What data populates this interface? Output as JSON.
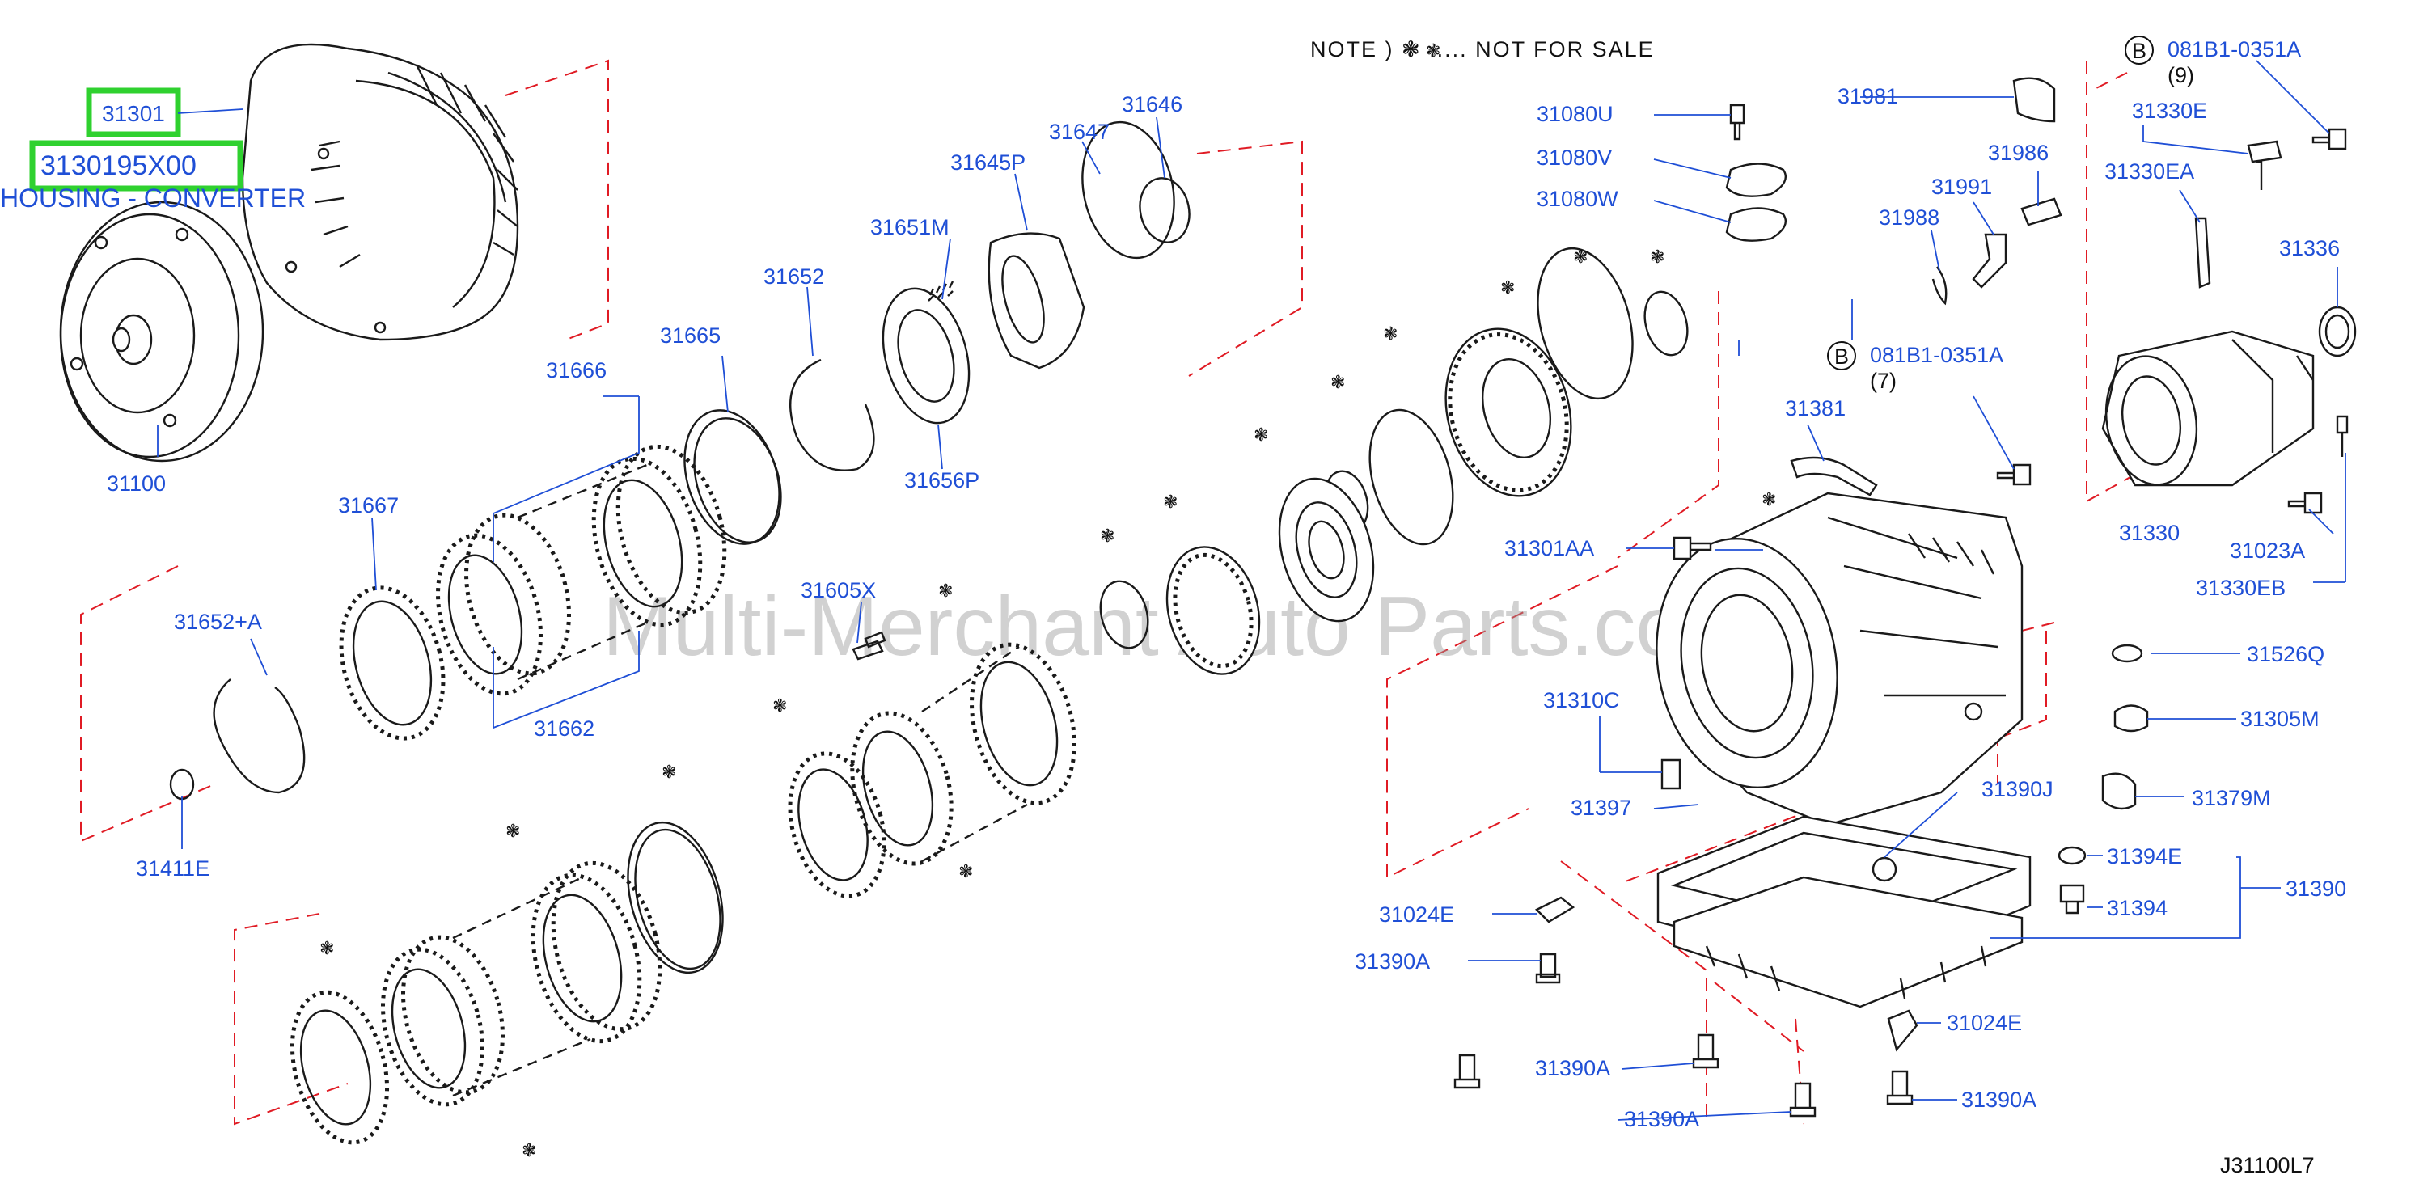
{
  "note": "NOTE  )  ❃ ..... NOT  FOR  SALE",
  "diagram_id": "J31100L7",
  "watermark": "Multi-Merchant Auto Parts.com",
  "highlight": {
    "part_number": "31301",
    "oem_number": "3130195X00",
    "description": "HOUSING - CONVERTER"
  },
  "bolt_callouts": [
    {
      "badge": "B",
      "code": "081B1-0351A",
      "qty": "(9)"
    },
    {
      "badge": "B",
      "code": "081B1-0351A",
      "qty": "(7)"
    }
  ],
  "labels": {
    "p31100": "31100",
    "p31666": "31666",
    "p31665": "31665",
    "p31652": "31652",
    "p31651M": "31651M",
    "p31645P": "31645P",
    "p31647": "31647",
    "p31646": "31646",
    "p31656P": "31656P",
    "p31667": "31667",
    "p31662": "31662",
    "p31652A": "31652+A",
    "p31411E": "31411E",
    "p31605X": "31605X",
    "p31080U": "31080U",
    "p31080V": "31080V",
    "p31080W": "31080W",
    "p31981": "31981",
    "p31986": "31986",
    "p31991": "31991",
    "p31988": "31988",
    "p31330E": "31330E",
    "p31330EA": "31330EA",
    "p31336": "31336",
    "p31381": "31381",
    "p31301AA": "31301AA",
    "p31330": "31330",
    "p31023A": "31023A",
    "p31330EB": "31330EB",
    "p31526Q": "31526Q",
    "p31305M": "31305M",
    "p31310C": "31310C",
    "p31397": "31397",
    "p31390J": "31390J",
    "p31379M": "31379M",
    "p31394E": "31394E",
    "p31394": "31394",
    "p31390": "31390",
    "p31024E_a": "31024E",
    "p31390A_a": "31390A",
    "p31024E_b": "31024E",
    "p31390A_b": "31390A",
    "p31390A_c": "31390A",
    "p31390A_d": "31390A"
  },
  "star_symbol": "❃"
}
